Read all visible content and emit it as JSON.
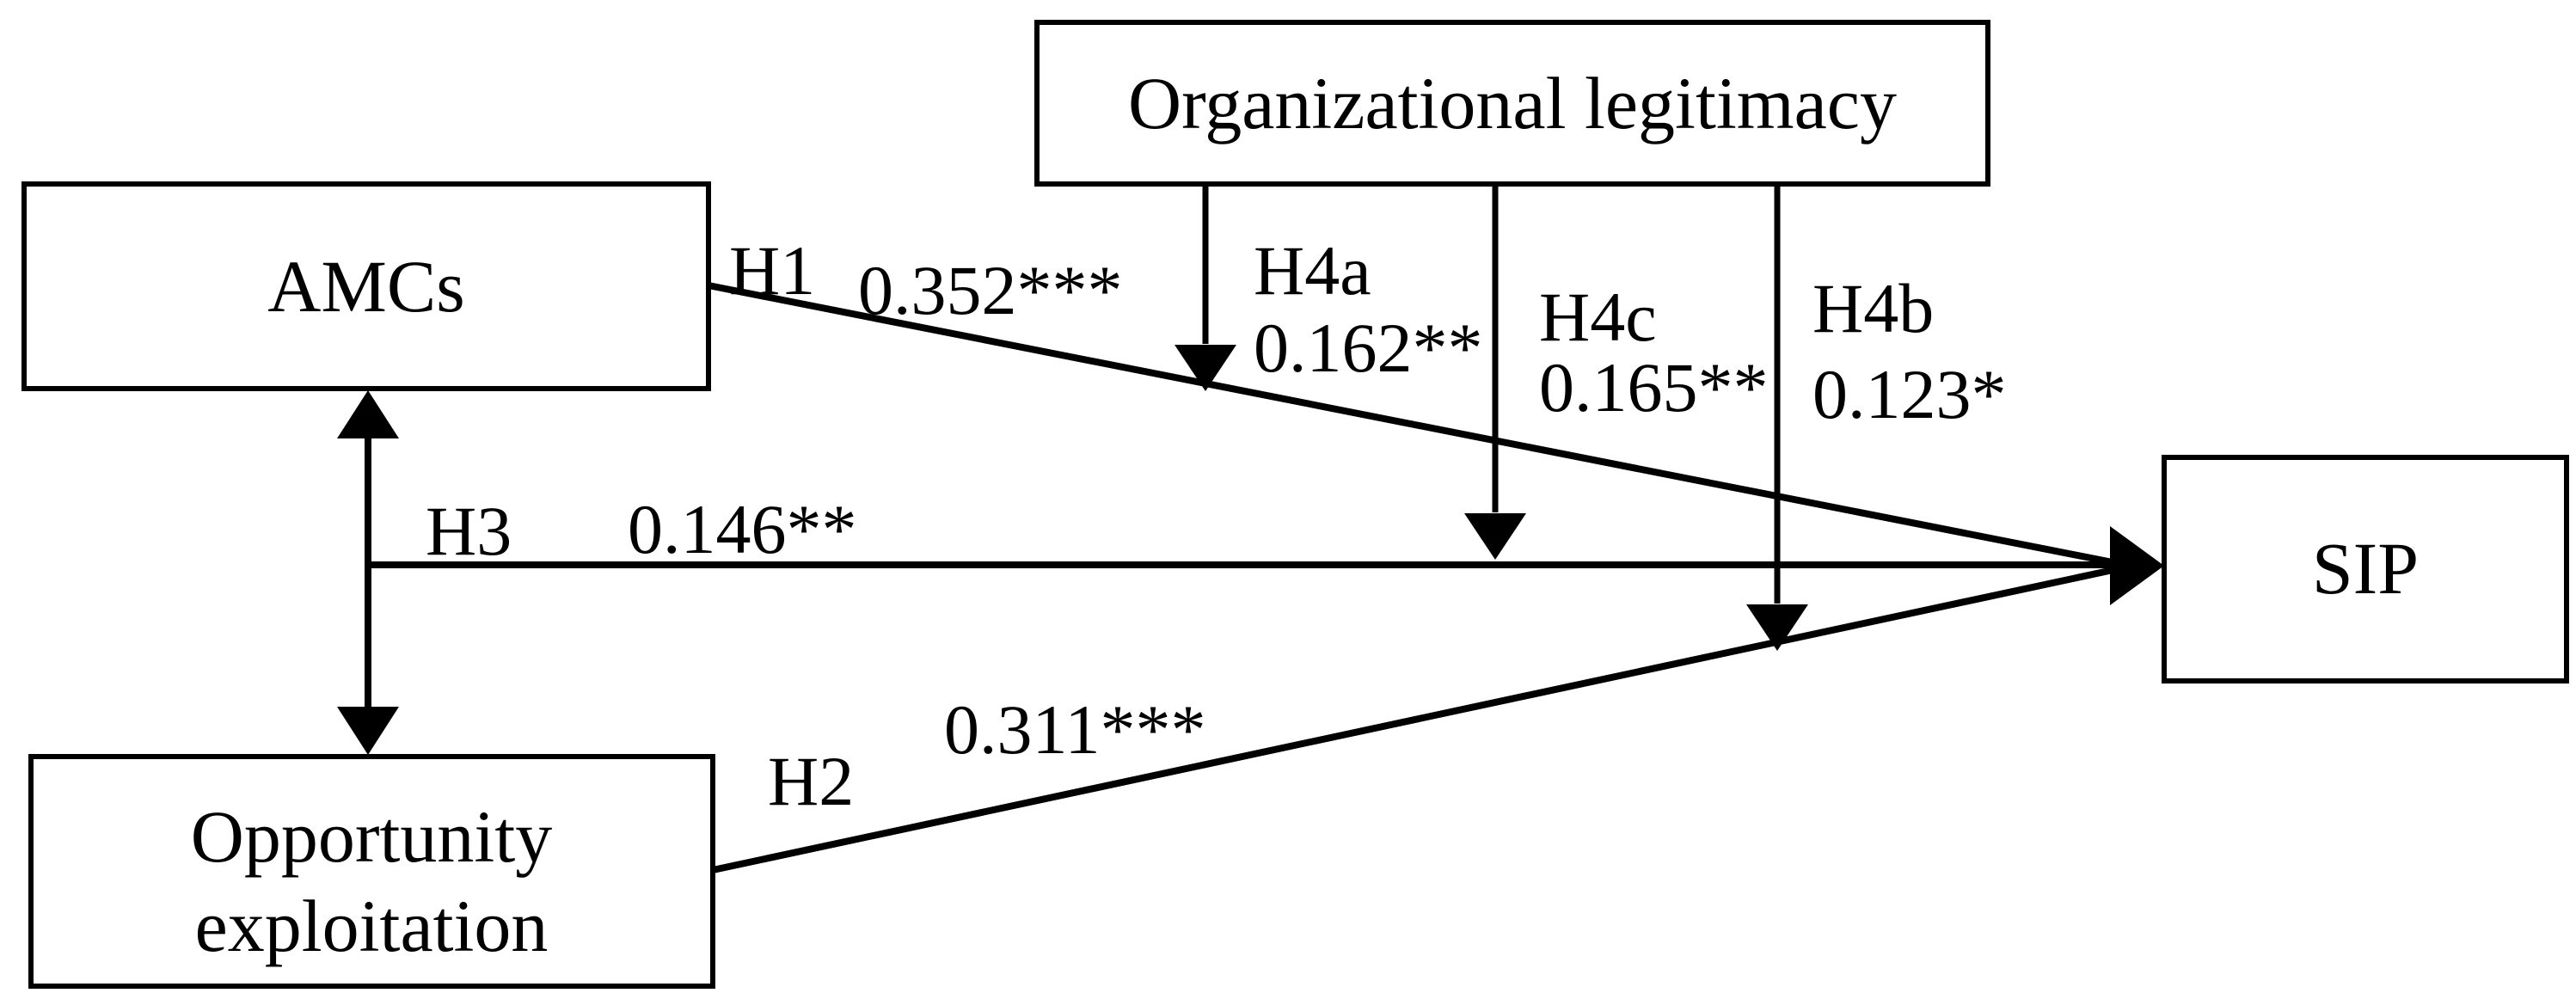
{
  "figure": {
    "background_color": "#ffffff",
    "line_color": "#000000",
    "box_fill_color": "#ffffff",
    "boxes": {
      "amcs": {
        "label": "AMCs"
      },
      "opportunity_exploitation": {
        "label": "Opportunity exploitation",
        "display_lines": [
          "Opportunity",
          "exploitation"
        ]
      },
      "organizational_legitimacy": {
        "label": "Organizational legitimacy"
      },
      "sip": {
        "label": "SIP"
      }
    },
    "paths": {
      "h1": {
        "hypothesis": "H1",
        "coefficient": "0.352***"
      },
      "h2": {
        "hypothesis": "H2",
        "coefficient": "0.311***"
      },
      "h3": {
        "hypothesis": "H3",
        "coefficient": "0.146**"
      },
      "h4a": {
        "hypothesis": "H4a",
        "coefficient": "0.162**"
      },
      "h4b": {
        "hypothesis": "H4b",
        "coefficient": "0.123*"
      },
      "h4c": {
        "hypothesis": "H4c",
        "coefficient": "0.165**"
      }
    }
  }
}
